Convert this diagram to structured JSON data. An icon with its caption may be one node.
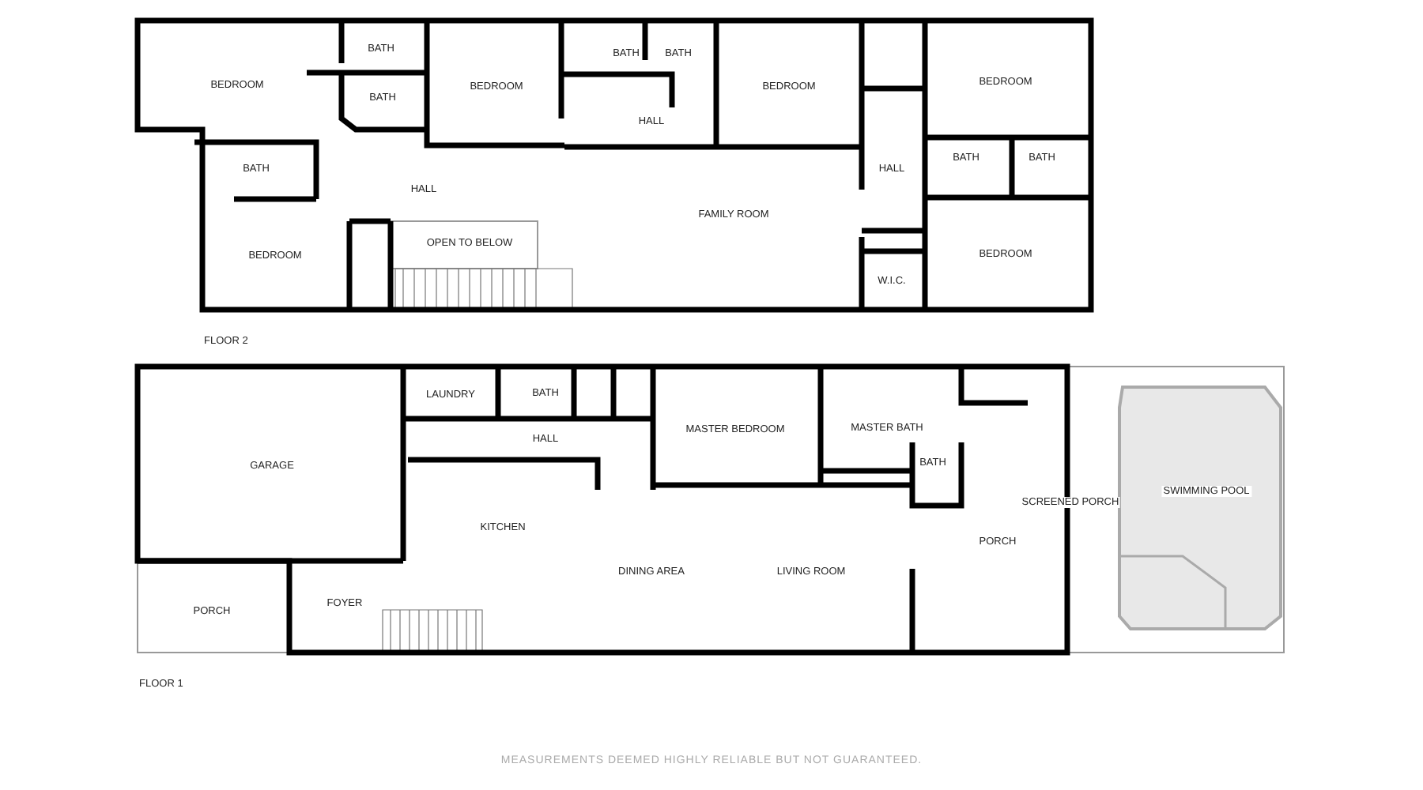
{
  "diagram": {
    "caption": "MEASUREMENTS DEEMED HIGHLY RELIABLE BUT NOT GUARANTEED.",
    "labels": [
      "BEDROOM",
      "BATH",
      "BATH",
      "BEDROOM",
      "BATH",
      "BATH",
      "BEDROOM",
      "BEDROOM",
      "HALL",
      "BATH",
      "HALL",
      "HALL",
      "BATH",
      "BATH",
      "FAMILY ROOM",
      "OPEN TO BELOW",
      "BEDROOM",
      "BEDROOM",
      "W.I.C.",
      "FLOOR 2",
      "LAUNDRY",
      "BATH",
      "MASTER BEDROOM",
      "MASTER BATH",
      "HALL",
      "GARAGE",
      "BATH",
      "SCREENED PORCH",
      "SWIMMING POOL",
      "KITCHEN",
      "PORCH",
      "DINING AREA",
      "LIVING ROOM",
      "PORCH",
      "FOYER",
      "FLOOR 1"
    ]
  }
}
